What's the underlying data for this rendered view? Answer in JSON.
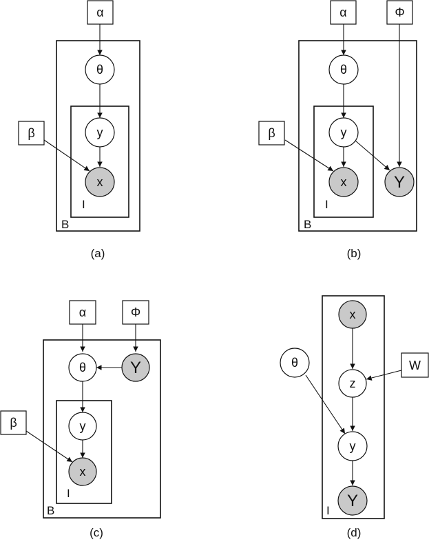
{
  "panels": {
    "a": {
      "caption": "(a)",
      "alpha": "α",
      "beta": "β",
      "theta": "θ",
      "y": "y",
      "x": "x",
      "plate_outer": "B",
      "plate_inner": "I"
    },
    "b": {
      "caption": "(b)",
      "alpha": "α",
      "phi": "Φ",
      "beta": "β",
      "theta": "θ",
      "y": "y",
      "x": "x",
      "Y": "Y",
      "plate_outer": "B",
      "plate_inner": "I"
    },
    "c": {
      "caption": "(c)",
      "alpha": "α",
      "phi": "Φ",
      "beta": "β",
      "theta": "θ",
      "Y": "Y",
      "y": "y",
      "x": "x",
      "plate_outer": "B",
      "plate_inner": "I"
    },
    "d": {
      "caption": "(d)",
      "x": "x",
      "theta": "θ",
      "W": "W",
      "z": "z",
      "y": "y",
      "Y": "Y",
      "plate": "I"
    }
  }
}
